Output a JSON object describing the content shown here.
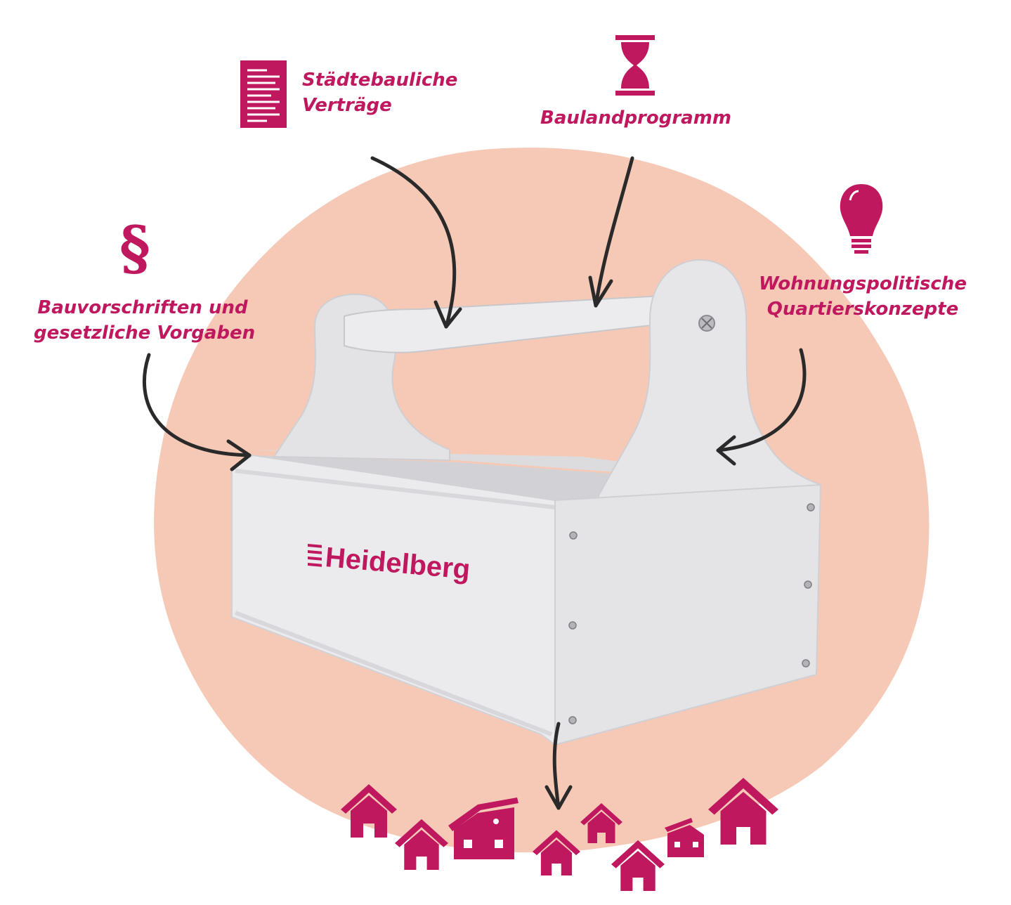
{
  "colors": {
    "accent": "#c0185e",
    "blob": "#f6c9b7",
    "box": "#e9e9ec",
    "arrow": "#2a2a2a"
  },
  "labels": {
    "vertraege": {
      "line1": "Städtebauliche",
      "line2": "Verträge",
      "icon": "document-icon"
    },
    "bauland": {
      "line1": "Baulandprogramm",
      "icon": "hourglass-icon"
    },
    "bauvorschriften": {
      "line1": "Bauvorschriften und",
      "line2": "gesetzliche Vorgaben",
      "icon": "paragraph-icon"
    },
    "wohnung": {
      "line1": "Wohnungspolitische",
      "line2": "Quartierskonzepte",
      "icon": "light-bulb-icon"
    }
  },
  "paragraph_symbol": "§",
  "box": {
    "brand_text": "Heidelberg",
    "brand_icon": "heidelberg-logo-icon"
  },
  "houses": {
    "icon": "house-icon"
  }
}
